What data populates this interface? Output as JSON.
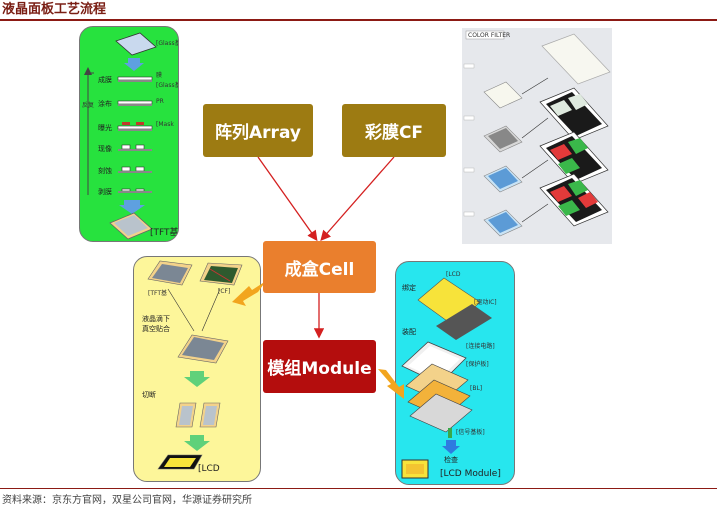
{
  "header": {
    "title": "液晶面板工艺流程"
  },
  "footer": {
    "source": "资料来源：京东方官网，双星公司官网，华源证券研究所"
  },
  "boxes": {
    "array": "阵列Array",
    "cf": "彩膜CF",
    "cell": "成盒Cell",
    "module": "模组Module"
  },
  "tft_panel": {
    "steps": [
      "成膜",
      "涂布",
      "曝光",
      "现像",
      "刻蚀",
      "剥膜"
    ],
    "side_label": "反复",
    "tags": [
      "[Glass基",
      "膜",
      "[Glass基",
      "PR",
      "[Mask"
    ],
    "result": "[TFT基"
  },
  "cf_panel": {
    "header": "COLOR FILTER"
  },
  "cell_panel": {
    "tag_tft": "[TFT基",
    "tag_cf": "[CF]",
    "step1_line1": "液晶滴下",
    "step1_line2": "真空贴合",
    "step2": "切断",
    "result": "[LCD"
  },
  "module_panel": {
    "tag_lcd": "[LCD",
    "step1": "绑定",
    "tag_driver": "[驱动IC]",
    "tag_circuit": "[连接电路]",
    "step2": "装配",
    "tag_cover": "[保护板]",
    "tag_bl": "[BL]",
    "tag_signal": "[信号基板]",
    "step3": "检查",
    "result": "[LCD Module]"
  },
  "colors": {
    "title": "#7a1e14",
    "rule": "#8c1a14",
    "box_brown": "#9d7b12",
    "box_orange": "#ea7f2d",
    "box_red": "#b40d0d",
    "panel_green": "#27e23e",
    "panel_yellow": "#fdf69a",
    "panel_cyan": "#27e6ee",
    "arrow_red": "#d42020",
    "arrow_orange": "#f2a51e"
  }
}
